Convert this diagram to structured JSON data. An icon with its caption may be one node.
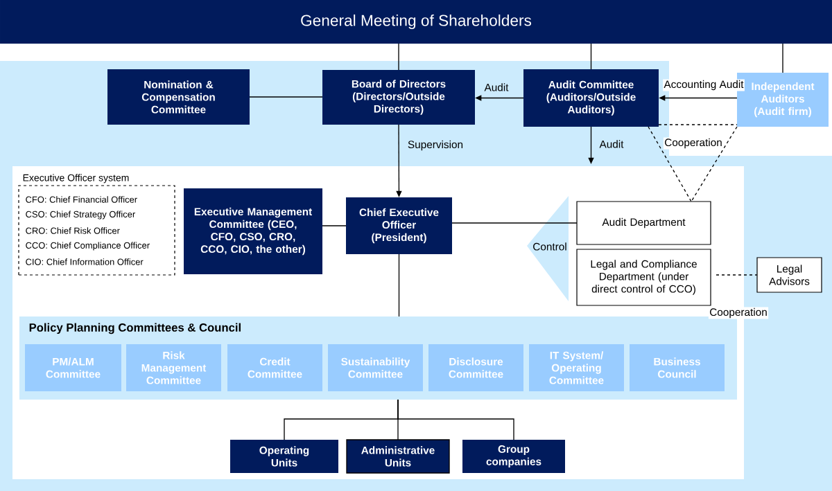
{
  "diagram": {
    "nodes": [
      {
        "text": [
          "General Meeting of Shareholders"
        ]
      },
      {
        "text": [
          "Nomination & Compensation Committee"
        ]
      },
      {
        "text": [
          "Board of Directors (Directors/Outside Directors)"
        ]
      },
      {
        "text": [
          "Audit Committee (Auditors/Outside Auditors)"
        ]
      },
      {
        "text": [
          "Independent Auditors (Audit firm)"
        ]
      },
      {
        "text": [
          "Executive Officer system",
          "CFO:  Chief Financial Officer",
          "CSO:  Chief Strategy Officer",
          "CRO:  Chief Risk Officer",
          "CCO:  Chief Compliance Officer",
          "CIO:  Chief Information Officer"
        ]
      },
      {
        "text": [
          "Executive Management Committee (CEO, CFO, CSO, CRO, CCO, CIO, the other)"
        ]
      },
      {
        "text": [
          "Chief Executive Officer (President)"
        ]
      },
      {
        "text": [
          "Audit Department"
        ]
      },
      {
        "text": [
          "Legal and Compliance Department (under direct control of CCO)"
        ]
      },
      {
        "text": [
          "Legal Advisors"
        ]
      },
      {
        "text": [
          "Policy Planning Committees & Council"
        ]
      },
      {
        "text": [
          "PM/ALM Committee"
        ],
        "in": 11
      },
      {
        "text": [
          "Risk Management Committee"
        ],
        "in": 11
      },
      {
        "text": [
          "Credit Committee"
        ],
        "in": 11
      },
      {
        "text": [
          "Sustainability Committee"
        ],
        "in": 11
      },
      {
        "text": [
          "Disclosure Committee"
        ],
        "in": 11
      },
      {
        "text": [
          "IT System/ Operating Committee"
        ],
        "in": 11
      },
      {
        "text": [
          "Business Council"
        ],
        "in": 11
      },
      {
        "text": [
          "Operating Units"
        ]
      },
      {
        "text": [
          "Administrative Units"
        ]
      },
      {
        "text": [
          "Group companies"
        ]
      }
    ],
    "edges": [
      {
        "from": 0,
        "to": 2,
        "arrow": "none"
      },
      {
        "from": 0,
        "to": 3,
        "arrow": "none"
      },
      {
        "from": 0,
        "to": 4,
        "arrow": "none"
      },
      {
        "from": 1,
        "to": 2,
        "arrow": "none"
      },
      {
        "from": 3,
        "to": 2,
        "arrow": "to",
        "label": "Audit"
      },
      {
        "from": 4,
        "to": 3,
        "arrow": "to",
        "label": "Accounting Audit"
      },
      {
        "from": 2,
        "to": 7,
        "arrow": "to",
        "label": "Supervision"
      },
      {
        "from": 3,
        "to": null,
        "arrow": "to",
        "label": "Audit"
      },
      {
        "from": 3,
        "to": 4,
        "arrow": "none",
        "style": "dashed"
      },
      {
        "from": 3,
        "to": 8,
        "arrow": "none",
        "style": "dashed",
        "label": "Cooperation"
      },
      {
        "from": 4,
        "to": 8,
        "arrow": "none",
        "style": "dashed"
      },
      {
        "from": 9,
        "to": 10,
        "arrow": "none",
        "style": "dashed",
        "label": "Cooperation"
      },
      {
        "from": 6,
        "to": 7,
        "arrow": "none"
      },
      {
        "from": 7,
        "to": 8,
        "arrow": "none"
      },
      {
        "from": 7,
        "to": 11,
        "arrow": "none"
      },
      {
        "from": 11,
        "to": 19,
        "arrow": "none"
      },
      {
        "from": 11,
        "to": 20,
        "arrow": "none"
      },
      {
        "from": 11,
        "to": 21,
        "arrow": "none"
      }
    ],
    "labels": [
      "Control"
    ]
  }
}
